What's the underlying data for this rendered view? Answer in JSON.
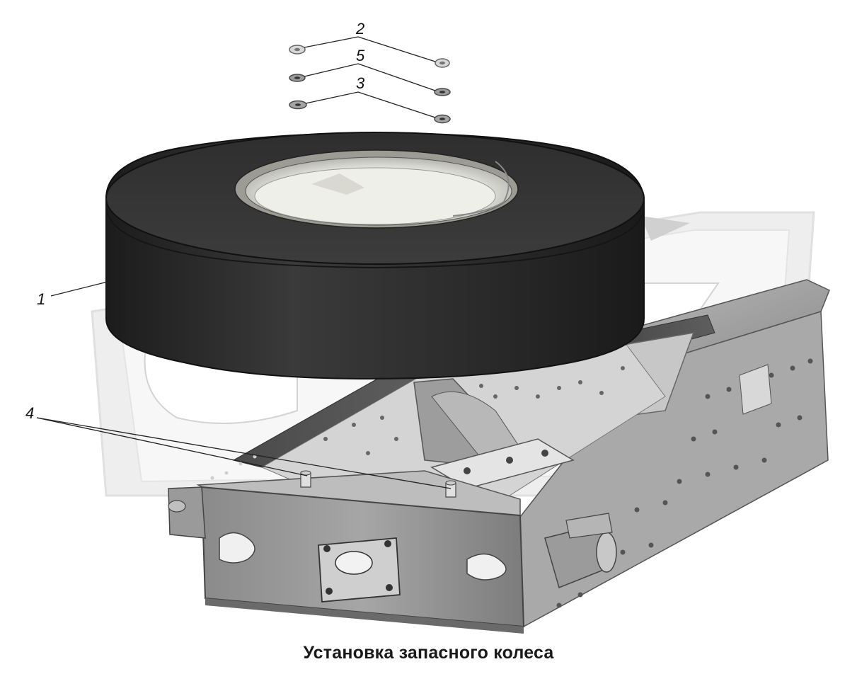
{
  "caption": "Установка запасного колеса",
  "callouts": {
    "c1": "1",
    "c2": "2",
    "c3": "3",
    "c4": "4",
    "c5": "5"
  },
  "colors": {
    "tire": "#2a2a2a",
    "frame": "#9a9a9a",
    "watermark": "#e6e6e6"
  }
}
